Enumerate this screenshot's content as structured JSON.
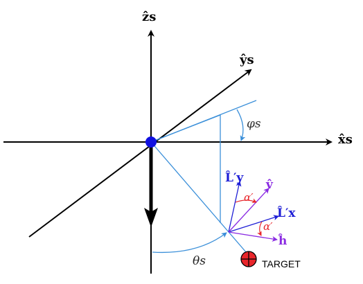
{
  "labels": {
    "z_axis": "ẑs",
    "y_axis": "ŷs",
    "x_axis": "x̂s",
    "phi": "φs",
    "theta": "θs",
    "Ly": "L̂′y",
    "Lx": "L̂′x",
    "v": "v̂",
    "h": "ĥ",
    "alpha_top": "α′",
    "alpha_right": "α′",
    "target": "TARGET"
  },
  "colors": {
    "axes": "#000000",
    "projection": "#3a8fd9",
    "L_vectors": "#1f1fd6",
    "vh_vectors": "#8a2be2",
    "alpha": "#e8262b",
    "origin": "#1010e0",
    "target": "#e8262b"
  }
}
